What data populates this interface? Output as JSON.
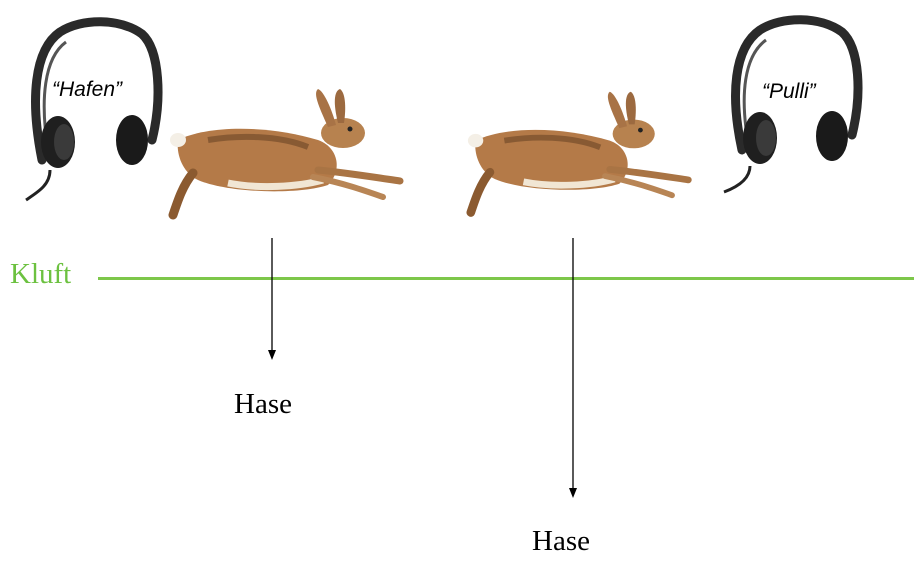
{
  "headphones": [
    {
      "label": "“Hafen”"
    },
    {
      "label": "“Pulli”"
    }
  ],
  "threshold": {
    "label": "Kluft",
    "color": "#7dc74a"
  },
  "outcomes": [
    {
      "label": "Hase"
    },
    {
      "label": "Hase"
    }
  ],
  "icons": [
    "headphones-icon",
    "hare-icon",
    "arrow-down-icon"
  ]
}
